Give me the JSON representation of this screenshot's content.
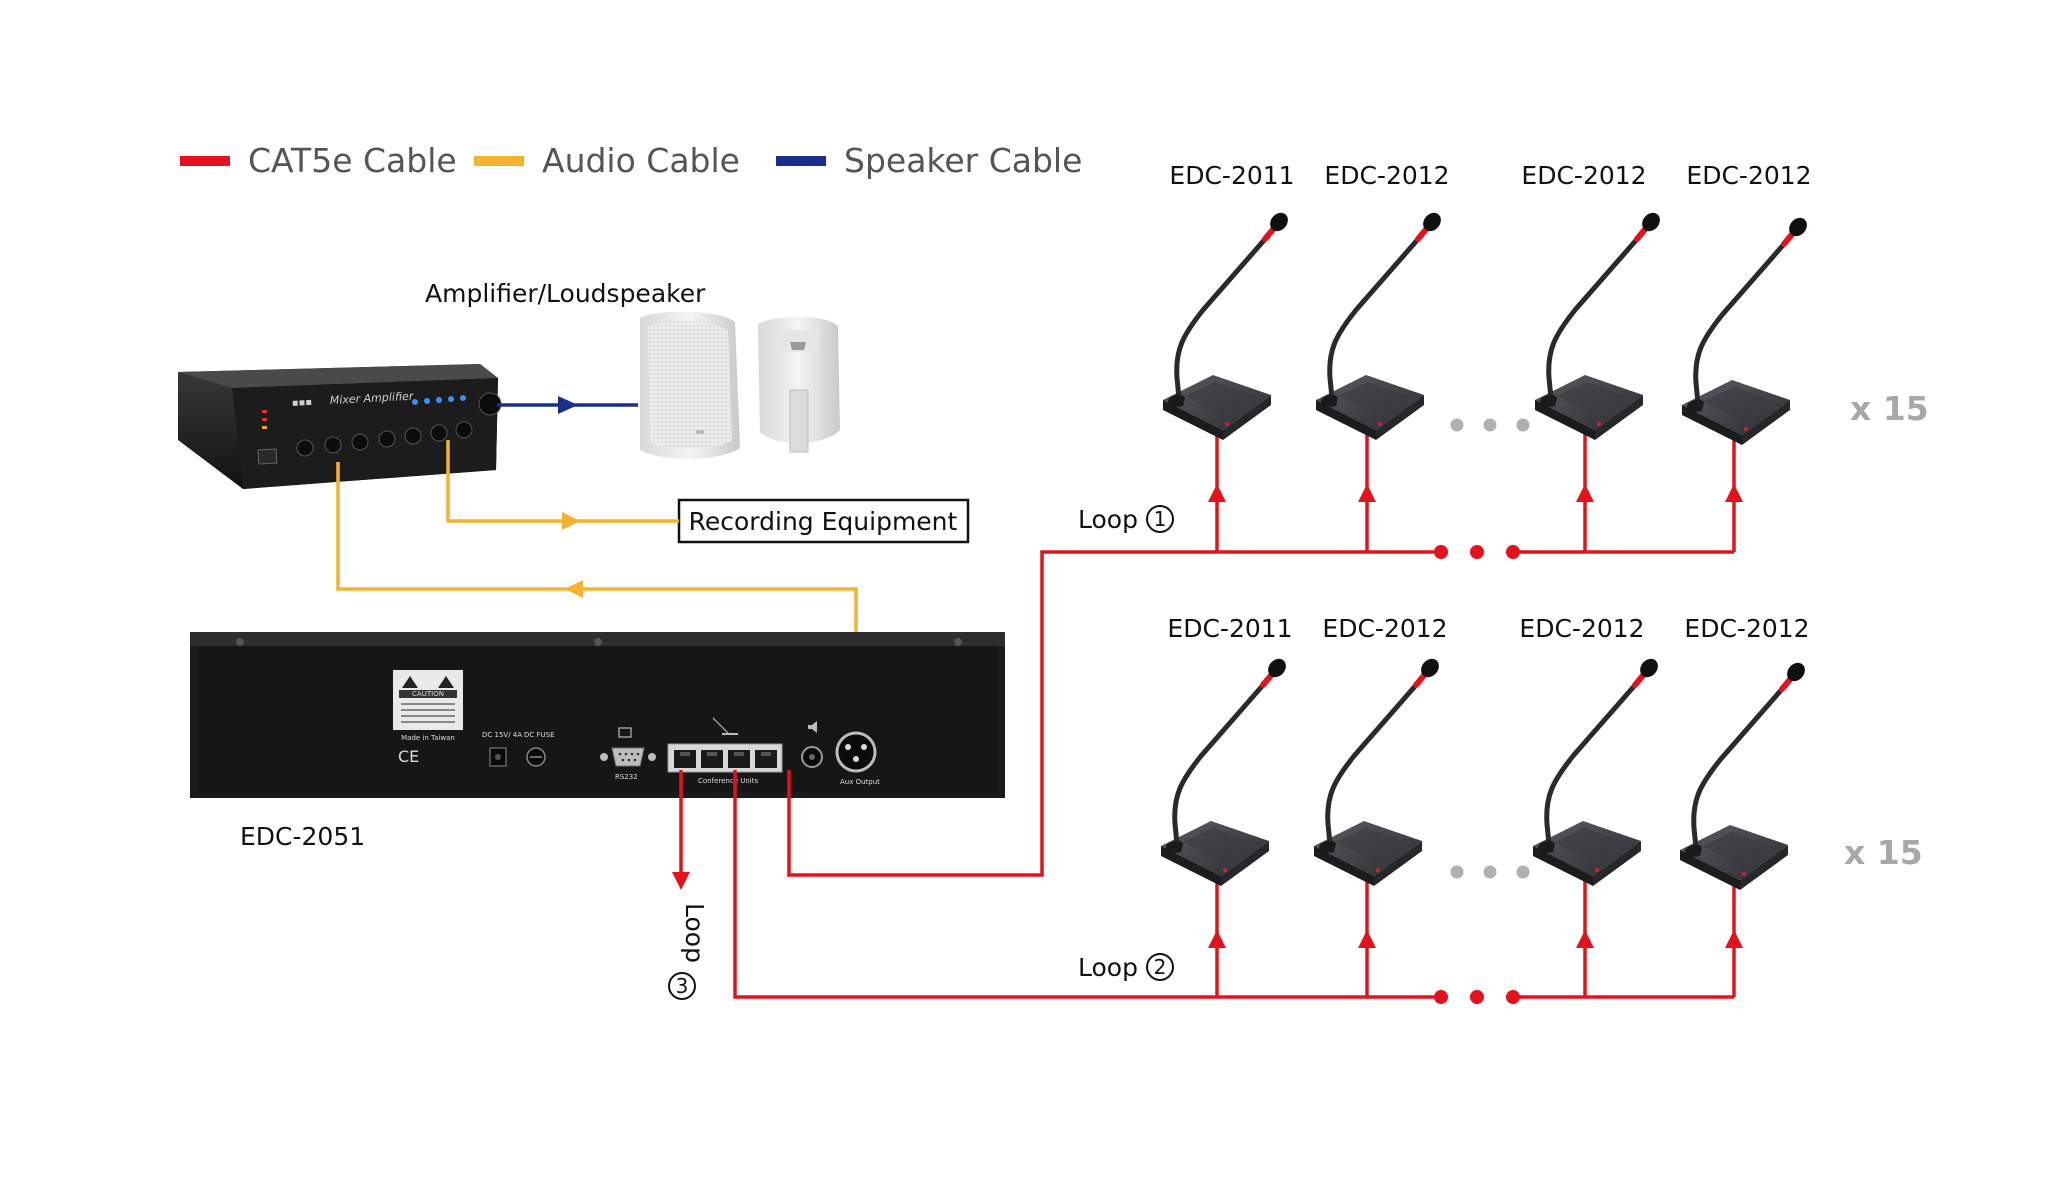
{
  "legend": {
    "items": [
      {
        "label": "CAT5e Cable",
        "color": "#e3121c"
      },
      {
        "label": "Audio Cable",
        "color": "#f4b32e"
      },
      {
        "label": "Speaker Cable",
        "color": "#1a2f8c"
      }
    ]
  },
  "amplifier": {
    "label": "Amplifier/Loudspeaker",
    "panel_text": "Mixer Amplifier"
  },
  "recording": {
    "label": "Recording Equipment"
  },
  "controller": {
    "label": "EDC-2051",
    "panel": {
      "caution": "CAUTION",
      "made_in": "Made in Taiwan",
      "dc_in": "DC 15V/ 4A",
      "dc_fuse": "DC FUSE",
      "port_label": "Conference Units",
      "aux_output": "Aux Output",
      "rs232": "RS232"
    }
  },
  "loops": {
    "loop1": {
      "label": "Loop",
      "number": "1",
      "units": [
        "EDC-2011",
        "EDC-2012",
        "EDC-2012",
        "EDC-2012"
      ],
      "count": "x 15"
    },
    "loop2": {
      "label": "Loop",
      "number": "2",
      "units": [
        "EDC-2011",
        "EDC-2012",
        "EDC-2012",
        "EDC-2012"
      ],
      "count": "x 15"
    },
    "loop3": {
      "label": "Loop",
      "number": "3"
    }
  },
  "colors": {
    "cat5e": "#e3121c",
    "audio": "#f4b32e",
    "speaker": "#1a2f8c",
    "ellipsis_gray": "#b0b0b0"
  },
  "icons": [
    "gooseneck-microphone-icon",
    "wall-speaker-icon",
    "mixer-amplifier-icon",
    "controller-unit-icon"
  ]
}
